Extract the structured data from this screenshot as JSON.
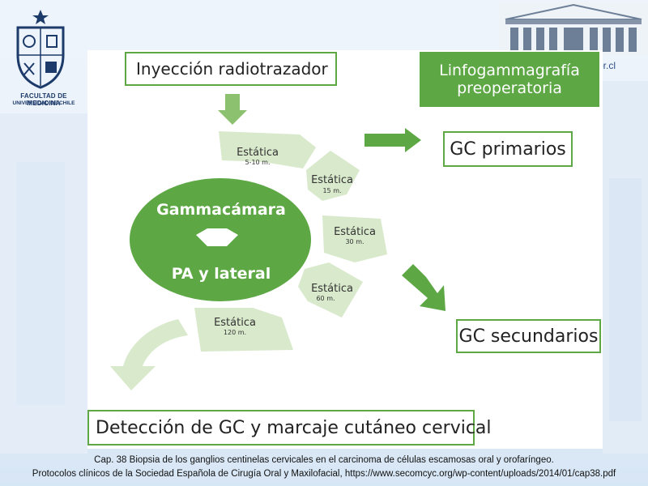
{
  "logo": {
    "line1": "FACULTAD DE MEDICINA",
    "line2": "UNIVERSIDAD DE CHILE"
  },
  "header_url_fragment": "or.cl",
  "diagram": {
    "injection_box": "Inyección radiotrazador",
    "lymphoscintigraphy_box": {
      "line1": "Linfogammagrafía",
      "line2": "preoperatoria"
    },
    "primary_box": "GC primarios",
    "secondary_box": "GC secundarios",
    "detection_box": "Detección de GC y marcaje cutáneo cervical",
    "gamma_camera": {
      "label_top": "Gammacámara",
      "label_bottom": "PA y lateral"
    },
    "static_segments": [
      {
        "label": "Estática",
        "time": "5-10 m."
      },
      {
        "label": "Estática",
        "time": "15 m."
      },
      {
        "label": "Estática",
        "time": "30 m."
      },
      {
        "label": "Estática",
        "time": "60 m."
      },
      {
        "label": "Estática",
        "time": "120 m."
      }
    ]
  },
  "caption": {
    "line1": "Cap. 38 Biopsia de los ganglios centinelas cervicales en el carcinoma de células escamosas oral y orofaríngeo.",
    "line2": "Protocolos clínicos de la Sociedad Española de Cirugía Oral y Maxilofacial, https://www.secomcyc.org/wp-content/uploads/2014/01/cap38.pdf"
  },
  "colors": {
    "accent_green": "#5da845",
    "light_green": "#d9e9cc",
    "arrow_green": "#8cc26f",
    "brand_blue": "#1c3a6a"
  }
}
